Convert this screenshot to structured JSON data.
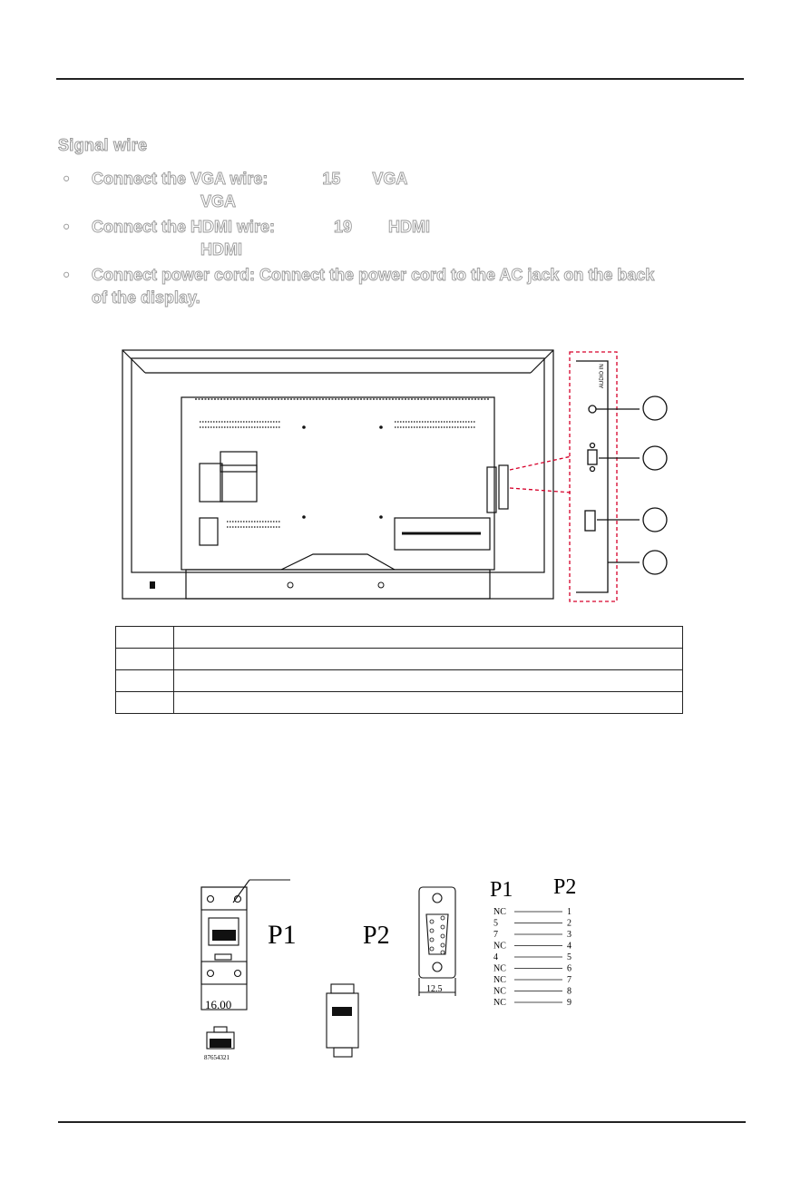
{
  "section": {
    "title": "Signal wire"
  },
  "bullets": [
    {
      "text": "Connect the VGA wire:            15       VGA",
      "text2": "                        VGA"
    },
    {
      "text": "Connect the HDMI wire:             19        HDMI",
      "text2": "                        HDMI"
    },
    {
      "text": "Connect power cord: Connect the power cord to the AC jack on the back",
      "text2": "of the display."
    }
  ],
  "panel": {
    "audio_label": "AUDIO IN"
  },
  "connector": {
    "p1_label": "P1",
    "p2_label": "P2",
    "dim_left": "16.00",
    "dim_right": "12.5",
    "rj_pins": "87654321"
  },
  "pinmap": {
    "header_p1": "P1",
    "header_p2": "P2",
    "rows": [
      {
        "p1": "NC",
        "p2": "1"
      },
      {
        "p1": "5",
        "p2": "2"
      },
      {
        "p1": "7",
        "p2": "3"
      },
      {
        "p1": "NC",
        "p2": "4"
      },
      {
        "p1": "4",
        "p2": "5"
      },
      {
        "p1": "NC",
        "p2": "6"
      },
      {
        "p1": "NC",
        "p2": "7"
      },
      {
        "p1": "NC",
        "p2": "8"
      },
      {
        "p1": "NC",
        "p2": "9"
      }
    ]
  }
}
